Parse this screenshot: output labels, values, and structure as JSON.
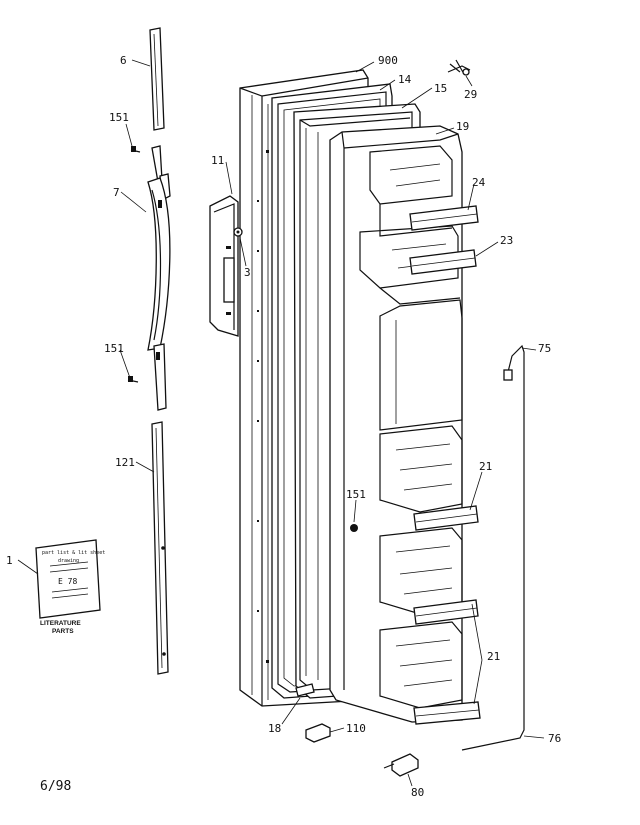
{
  "callouts": [
    {
      "id": "6",
      "text": "6"
    },
    {
      "id": "151a",
      "text": "151"
    },
    {
      "id": "7",
      "text": "7"
    },
    {
      "id": "11",
      "text": "11"
    },
    {
      "id": "3",
      "text": "3"
    },
    {
      "id": "151b",
      "text": "151"
    },
    {
      "id": "121",
      "text": "121"
    },
    {
      "id": "1",
      "text": "1"
    },
    {
      "id": "900",
      "text": "900"
    },
    {
      "id": "14",
      "text": "14"
    },
    {
      "id": "15",
      "text": "15"
    },
    {
      "id": "29",
      "text": "29"
    },
    {
      "id": "19",
      "text": "19"
    },
    {
      "id": "24",
      "text": "24"
    },
    {
      "id": "23",
      "text": "23"
    },
    {
      "id": "75",
      "text": "75"
    },
    {
      "id": "21a",
      "text": "21"
    },
    {
      "id": "151c",
      "text": "151"
    },
    {
      "id": "21b",
      "text": "21"
    },
    {
      "id": "18",
      "text": "18"
    },
    {
      "id": "110",
      "text": "110"
    },
    {
      "id": "76",
      "text": "76"
    },
    {
      "id": "80",
      "text": "80"
    }
  ],
  "literature": {
    "card_line1": "part list & lit sheet",
    "card_line2": "drawing",
    "card_code": "E 78",
    "caption1": "LITERATURE",
    "caption2": "PARTS"
  },
  "footer": {
    "date": "6/98"
  }
}
